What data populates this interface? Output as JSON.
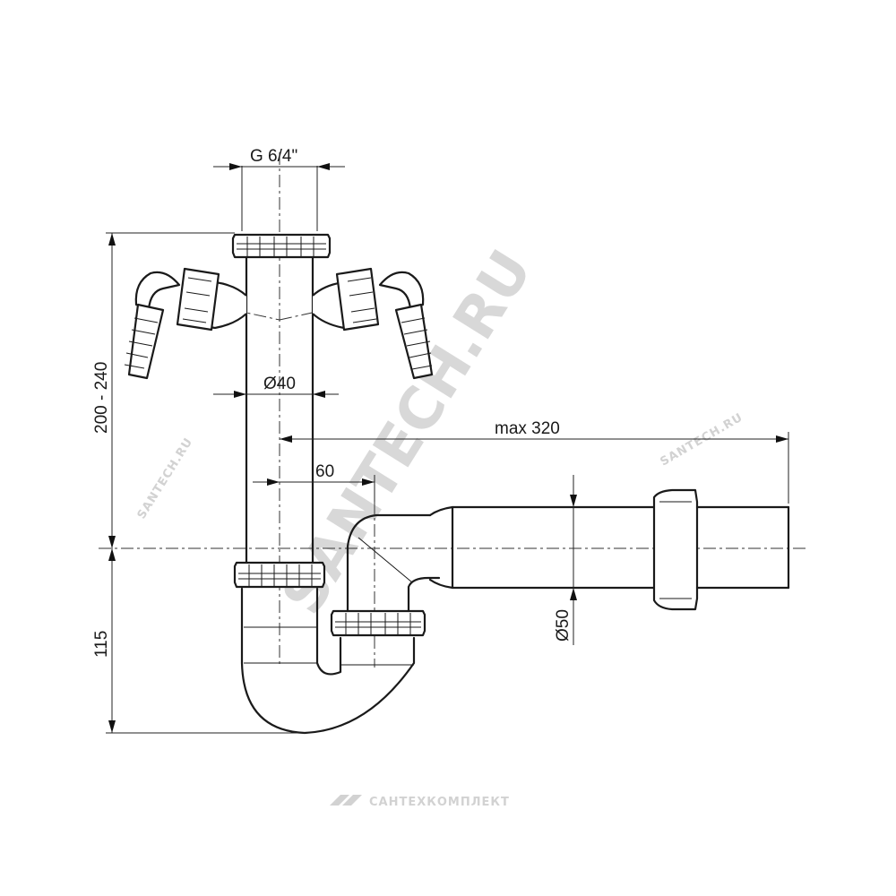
{
  "dimensions": {
    "thread": "G 6/4\"",
    "pipe_diameter": "Ø40",
    "max_length": "max 320",
    "offset": "60",
    "outlet_diameter": "Ø50",
    "height_range": "200 - 240",
    "trap_depth": "115"
  },
  "watermark": {
    "main": "SANTECH.RU",
    "brand": "САНТЕХКОМПЛЕКТ"
  },
  "colors": {
    "line": "#1a1a1a",
    "watermark": "#d8d8d8"
  }
}
